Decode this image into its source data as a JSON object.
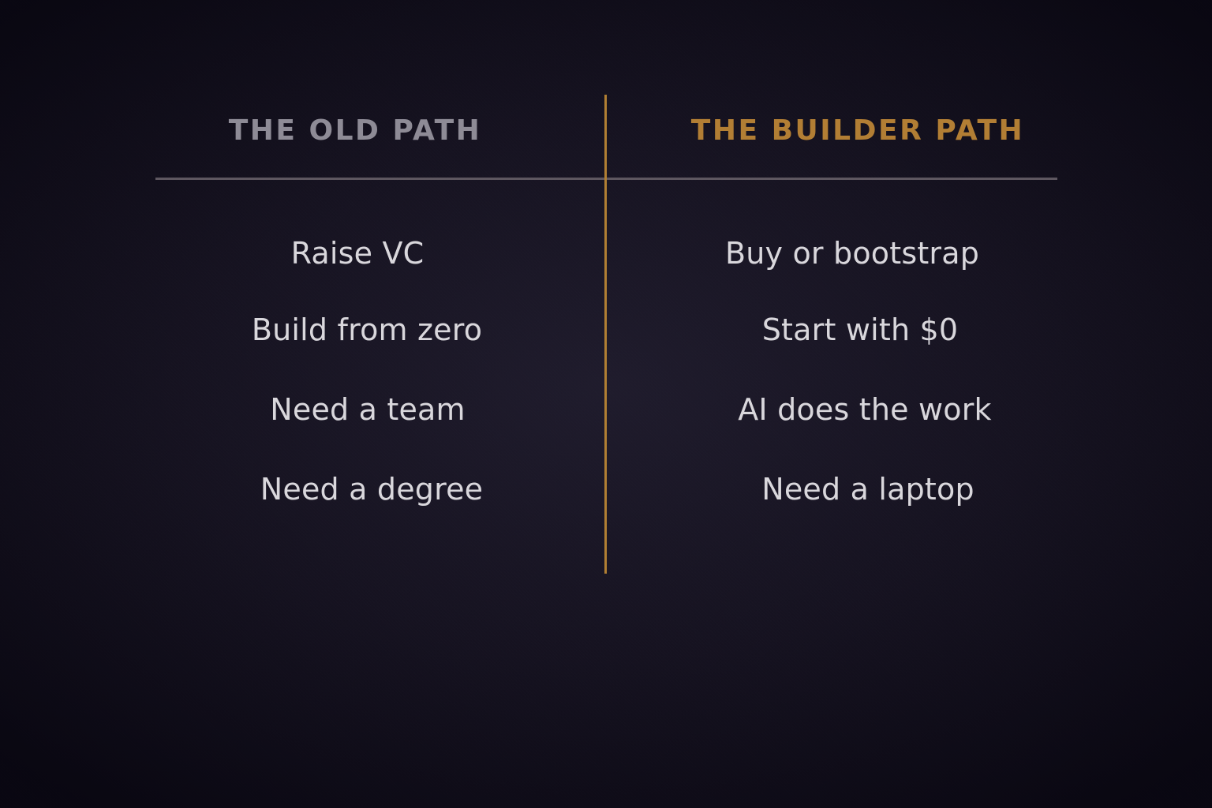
{
  "slide": {
    "columns": [
      {
        "heading": "THE OLD PATH",
        "heading_color": "#8e8b96",
        "items": [
          "Raise VC",
          "Build from zero",
          "Need a team",
          "Need a degree"
        ]
      },
      {
        "heading": "THE BUILDER PATH",
        "heading_color": "#b27e34",
        "items": [
          "Buy or bootstrap",
          "Start with $0",
          "AI does the work",
          "Need a laptop"
        ]
      }
    ],
    "colors": {
      "background": "#15121f",
      "accent_divider": "#b17f33",
      "header_rule": "#5e5760",
      "item_text": "#d9d7dc"
    }
  }
}
